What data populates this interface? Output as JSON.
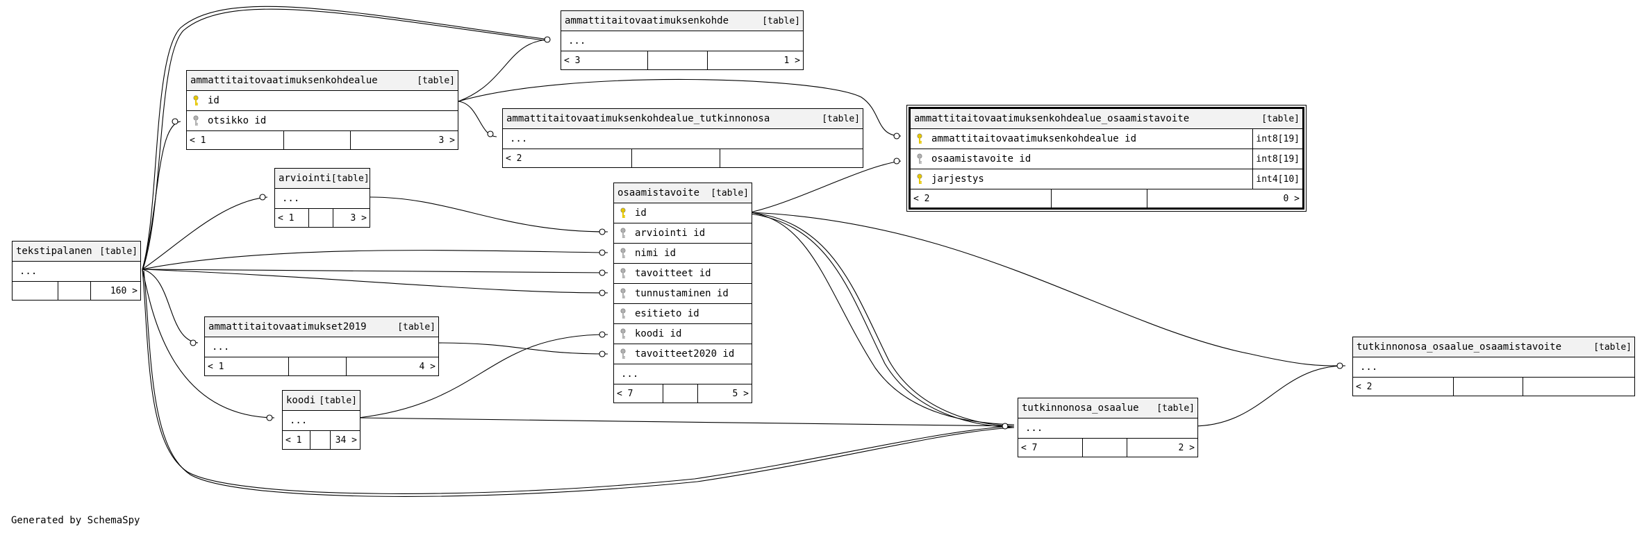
{
  "footer_text": "Generated by SchemaSpy",
  "tables": [
    {
      "id": "ammattitaitovaatimuksenkohde",
      "title": "ammattitaitovaatimuksenkohde",
      "tag": "[table]",
      "rows": [
        {
          "name": "...",
          "key": "none"
        }
      ],
      "footer": {
        "parents": "< 3",
        "middle": "",
        "children": "1 >"
      }
    },
    {
      "id": "ammattitaitovaatimuksenkohdealue",
      "title": "ammattitaitovaatimuksenkohdealue",
      "tag": "[table]",
      "rows": [
        {
          "name": "id",
          "key": "pk"
        },
        {
          "name": "otsikko_id",
          "key": "fk"
        }
      ],
      "footer": {
        "parents": "< 1",
        "middle": "",
        "children": "3 >"
      }
    },
    {
      "id": "ammattitaitovaatimuksenkohdealue_tutkinnonosa",
      "title": "ammattitaitovaatimuksenkohdealue_tutkinnonosa",
      "tag": "[table]",
      "rows": [
        {
          "name": "...",
          "key": "none"
        }
      ],
      "footer": {
        "parents": "< 2",
        "middle": "",
        "children": ""
      }
    },
    {
      "id": "ammattitaitovaatimuksenkohdealue_osaamistavoite",
      "title": "ammattitaitovaatimuksenkohdealue_osaamistavoite",
      "tag": "[table]",
      "rows": [
        {
          "name": "ammattitaitovaatimuksenkohdealue_id",
          "key": "pk",
          "type": "int8[19]"
        },
        {
          "name": "osaamistavoite_id",
          "key": "fk",
          "type": "int8[19]"
        },
        {
          "name": "jarjestys",
          "key": "pk",
          "type": "int4[10]"
        }
      ],
      "footer": {
        "parents": "< 2",
        "middle": "",
        "children": "0 >"
      }
    },
    {
      "id": "arviointi",
      "title": "arviointi",
      "tag": "[table]",
      "rows": [
        {
          "name": "...",
          "key": "none"
        }
      ],
      "footer": {
        "parents": "< 1",
        "middle": "",
        "children": "3 >"
      }
    },
    {
      "id": "osaamistavoite",
      "title": "osaamistavoite",
      "tag": "[table]",
      "rows": [
        {
          "name": "id",
          "key": "pk"
        },
        {
          "name": "arviointi_id",
          "key": "fk"
        },
        {
          "name": "nimi_id",
          "key": "fk"
        },
        {
          "name": "tavoitteet_id",
          "key": "fk"
        },
        {
          "name": "tunnustaminen_id",
          "key": "fk"
        },
        {
          "name": "esitieto_id",
          "key": "fk"
        },
        {
          "name": "koodi_id",
          "key": "fk"
        },
        {
          "name": "tavoitteet2020_id",
          "key": "fk"
        },
        {
          "name": "...",
          "key": "none"
        }
      ],
      "footer": {
        "parents": "< 7",
        "middle": "",
        "children": "5 >"
      }
    },
    {
      "id": "tekstipalanen",
      "title": "tekstipalanen",
      "tag": "[table]",
      "rows": [
        {
          "name": "...",
          "key": "none"
        }
      ],
      "footer": {
        "parents": "",
        "middle": "",
        "children": "160 >"
      }
    },
    {
      "id": "ammattitaitovaatimukset2019",
      "title": "ammattitaitovaatimukset2019",
      "tag": "[table]",
      "rows": [
        {
          "name": "...",
          "key": "none"
        }
      ],
      "footer": {
        "parents": "< 1",
        "middle": "",
        "children": "4 >"
      }
    },
    {
      "id": "koodi",
      "title": "koodi",
      "tag": "[table]",
      "rows": [
        {
          "name": "...",
          "key": "none"
        }
      ],
      "footer": {
        "parents": "< 1",
        "middle": "",
        "children": "34 >"
      }
    },
    {
      "id": "tutkinnonosa_osaalue",
      "title": "tutkinnonosa_osaalue",
      "tag": "[table]",
      "rows": [
        {
          "name": "...",
          "key": "none"
        }
      ],
      "footer": {
        "parents": "< 7",
        "middle": "",
        "children": "2 >"
      }
    },
    {
      "id": "tutkinnonosa_osaalue_osaamistavoite",
      "title": "tutkinnonosa_osaalue_osaamistavoite",
      "tag": "[table]",
      "rows": [
        {
          "name": "...",
          "key": "none"
        }
      ],
      "footer": {
        "parents": "< 2",
        "middle": "",
        "children": ""
      }
    }
  ],
  "colors": {
    "header_bg": "#f2f2f2",
    "pk_key": "#e6c700",
    "fk_key": "#b0b0b0",
    "line": "#000000"
  }
}
